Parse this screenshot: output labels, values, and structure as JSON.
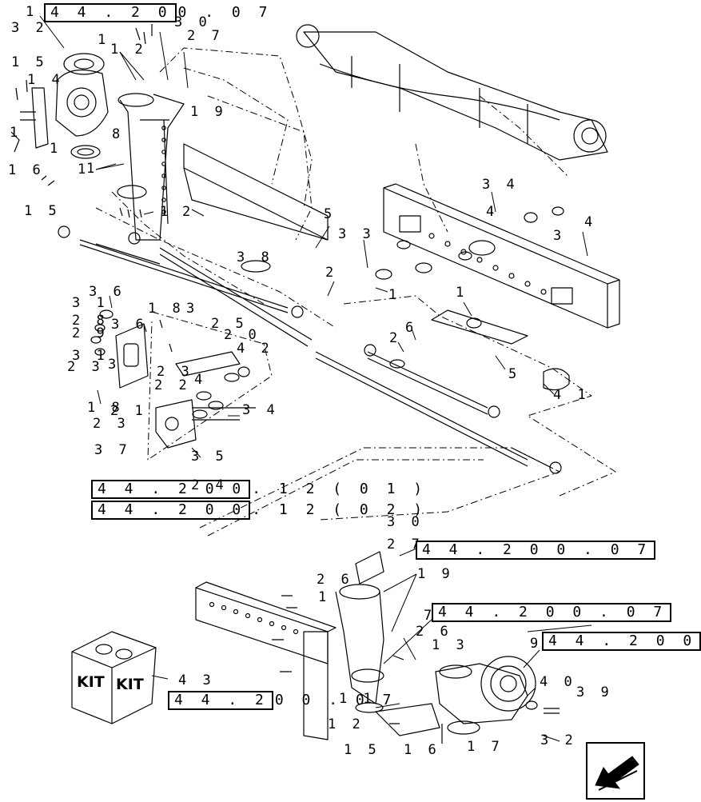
{
  "callouts": [
    {
      "id": "c1a",
      "text": "1"
    },
    {
      "id": "c32a",
      "text": "3 2"
    },
    {
      "id": "c15a",
      "text": "1 5"
    },
    {
      "id": "c14",
      "text": "1 4"
    },
    {
      "id": "c1b",
      "text": "1"
    },
    {
      "id": "c16a",
      "text": "1 6"
    },
    {
      "id": "c1c",
      "text": "1"
    },
    {
      "id": "c15b",
      "text": "1 5"
    },
    {
      "id": "c1d",
      "text": "1"
    },
    {
      "id": "c1e",
      "text": "1"
    },
    {
      "id": "c12a",
      "text": "1 2"
    },
    {
      "id": "c30a",
      "text": "3 0"
    },
    {
      "id": "c27a",
      "text": "2 7"
    },
    {
      "id": "c19a",
      "text": "1 9"
    },
    {
      "id": "c8",
      "text": "8"
    },
    {
      "id": "c1f",
      "text": "1"
    },
    {
      "id": "c1g",
      "text": "1"
    },
    {
      "id": "c2a",
      "text": "2"
    },
    {
      "id": "c38",
      "text": "3 8"
    },
    {
      "id": "c5a",
      "text": "5"
    },
    {
      "id": "c33",
      "text": "3 3"
    },
    {
      "id": "c2b",
      "text": "2"
    },
    {
      "id": "c1h",
      "text": "1"
    },
    {
      "id": "c34a",
      "text": "3 4"
    },
    {
      "id": "c4a",
      "text": "4"
    },
    {
      "id": "c3a",
      "text": "3"
    },
    {
      "id": "c4b",
      "text": "4"
    },
    {
      "id": "c1i",
      "text": "1"
    },
    {
      "id": "c6a",
      "text": "6"
    },
    {
      "id": "c2c",
      "text": "2"
    },
    {
      "id": "c5b",
      "text": "5"
    },
    {
      "id": "c41",
      "text": "4 1"
    },
    {
      "id": "c36a",
      "text": "3 6"
    },
    {
      "id": "c31a",
      "text": "3 1"
    },
    {
      "id": "c28",
      "text": "2 8"
    },
    {
      "id": "c29",
      "text": "2 9"
    },
    {
      "id": "c36b",
      "text": "3 6"
    },
    {
      "id": "c18a",
      "text": "1 8"
    },
    {
      "id": "c3b",
      "text": "3"
    },
    {
      "id": "c25",
      "text": "2 5"
    },
    {
      "id": "c20",
      "text": "2 0"
    },
    {
      "id": "c42",
      "text": "4 2"
    },
    {
      "id": "c31b",
      "text": "3 1"
    },
    {
      "id": "c23a",
      "text": "2 3"
    },
    {
      "id": "c3c",
      "text": "3"
    },
    {
      "id": "c23b",
      "text": "2 3"
    },
    {
      "id": "c22",
      "text": "2 2"
    },
    {
      "id": "c4c",
      "text": "4"
    },
    {
      "id": "c18b",
      "text": "1 8"
    },
    {
      "id": "c21",
      "text": "2 1"
    },
    {
      "id": "c23c",
      "text": "2 3"
    },
    {
      "id": "c34b",
      "text": "3 4"
    },
    {
      "id": "c37",
      "text": "3 7"
    },
    {
      "id": "c35",
      "text": "3 5"
    },
    {
      "id": "c24",
      "text": "2 4"
    },
    {
      "id": "c30b",
      "text": "3 0"
    },
    {
      "id": "c27b",
      "text": "2 7"
    },
    {
      "id": "c26a",
      "text": "2 6"
    },
    {
      "id": "c19b",
      "text": "1 9"
    },
    {
      "id": "c1j",
      "text": "1"
    },
    {
      "id": "c7",
      "text": "7"
    },
    {
      "id": "c26b",
      "text": "2 6"
    },
    {
      "id": "c13",
      "text": "1 3"
    },
    {
      "id": "c9",
      "text": "9"
    },
    {
      "id": "c40",
      "text": "4 0"
    },
    {
      "id": "c39",
      "text": "3 9"
    },
    {
      "id": "c43",
      "text": "4 3"
    },
    {
      "id": "c11",
      "text": "1 1"
    },
    {
      "id": "c12b",
      "text": "1 2"
    },
    {
      "id": "c15c",
      "text": "1 5"
    },
    {
      "id": "c16b",
      "text": "1 6"
    },
    {
      "id": "c17",
      "text": "1 7"
    },
    {
      "id": "c32b",
      "text": "3 2"
    }
  ],
  "references": [
    {
      "id": "r1",
      "box": "4 4 . 2 0",
      "rest": "0 . 0 7"
    },
    {
      "id": "r2",
      "box": "4 4 . 2 0 0",
      "rest": ". 1 2 ( 0 1 )"
    },
    {
      "id": "r3",
      "box": "4 4 . 2 0 0",
      "rest": ". 1 2 ( 0 2 )"
    },
    {
      "id": "r4",
      "box": "4 4 . 2 0 0 . 0 7",
      "rest": ""
    },
    {
      "id": "r5",
      "box": "4 4 . 2 0 0 . 0 7",
      "rest": ""
    },
    {
      "id": "r6",
      "box": "4 4 . 2 0 0",
      "rest": ""
    },
    {
      "id": "r7",
      "box": "4 4 . 2",
      "rest": "0 0 . 0 7"
    }
  ],
  "kit": {
    "left_label": "KIT",
    "right_label": "KIT"
  },
  "icons": {
    "nav": "back-arrow-icon",
    "kit": "kit-box-icon"
  }
}
